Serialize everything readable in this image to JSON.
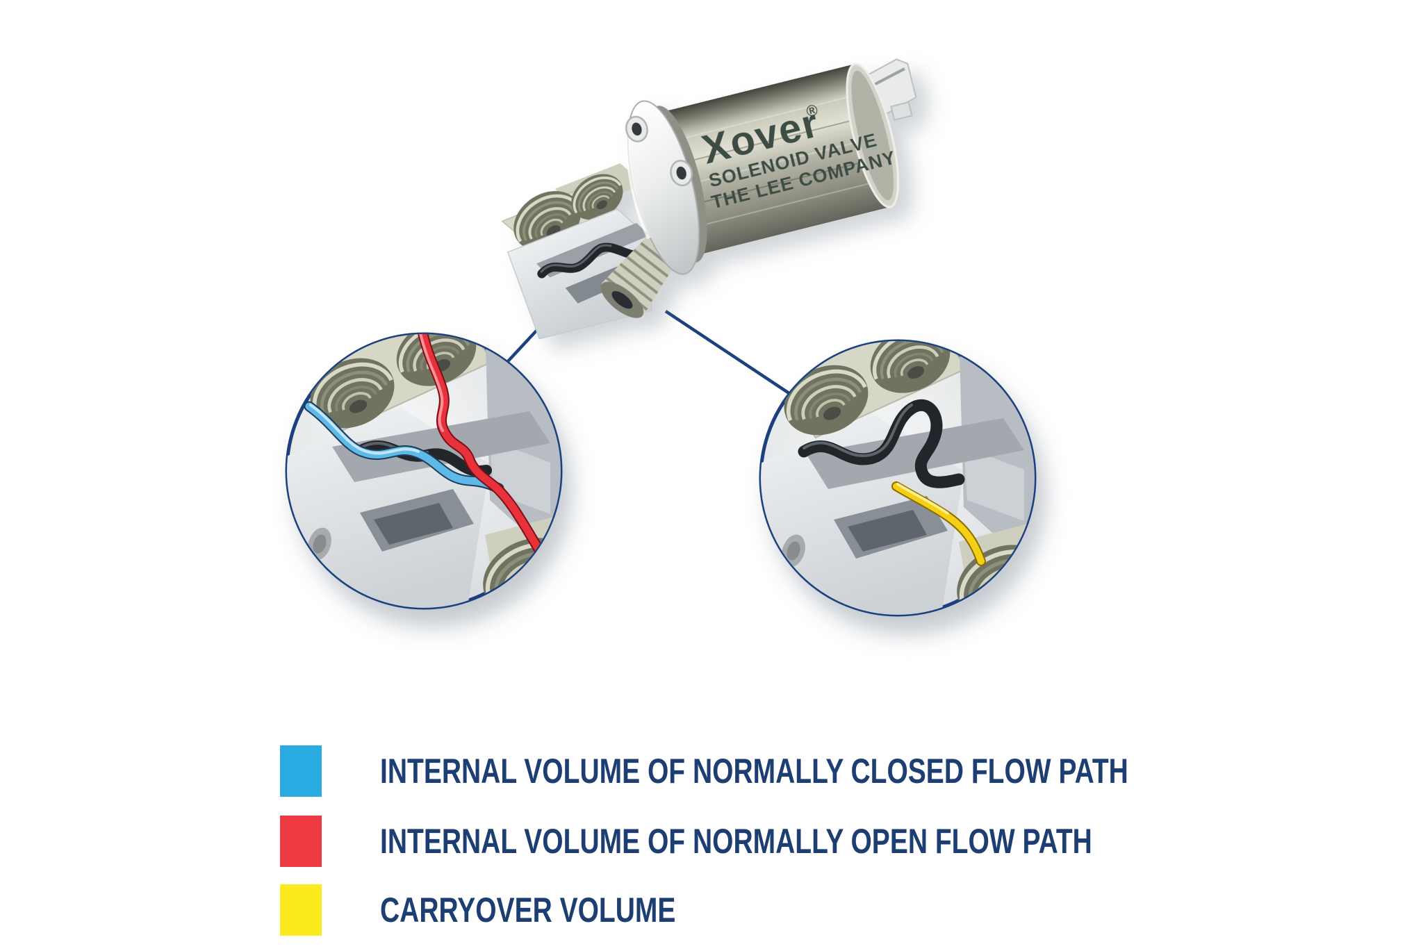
{
  "illustration": {
    "product_label": {
      "brand": "Xover",
      "registered_mark": "®",
      "line2": "SOLENOID VALVE",
      "line3": "THE LEE COMPANY"
    }
  },
  "legend": {
    "label_color": "#1C3E72",
    "items": [
      {
        "id": "normally-closed-flow-path",
        "swatch_color": "#29ABE2",
        "label": "INTERNAL VOLUME OF NORMALLY CLOSED FLOW PATH"
      },
      {
        "id": "normally-open-flow-path",
        "swatch_color": "#EE3B43",
        "label": "INTERNAL VOLUME OF NORMALLY OPEN FLOW PATH"
      },
      {
        "id": "carryover-volume",
        "swatch_color": "#FBEB1E",
        "label": "CARRYOVER VOLUME"
      }
    ]
  },
  "colors": {
    "callout_stroke": "#1B417F",
    "flow_nc_blue": "#5FB9E8",
    "flow_nc_blue_hi": "#C8E7F8",
    "flow_no_red": "#E8333B",
    "flow_no_red_hi": "#FF9AA0",
    "carryover_yellow": "#F5CF12",
    "carryover_yellow_hi": "#FFEF8A",
    "flow_tube_black": "#23262B",
    "body_text_color": "#3E4D45"
  }
}
